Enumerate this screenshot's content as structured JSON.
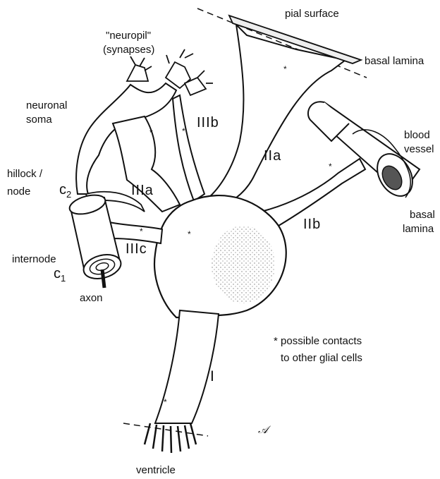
{
  "labels": {
    "pial_surface": "pial surface",
    "basal_lamina_top": "basal lamina",
    "neuropil": "\"neuropil\"",
    "synapses": "(synapses)",
    "neuronal": "neuronal",
    "soma": "soma",
    "hillock": "hillock /",
    "node": "node",
    "c2_letter": "c",
    "c2_sub": "2",
    "internode": "internode",
    "c1_letter": "c",
    "c1_sub": "1",
    "axon": "axon",
    "blood": "blood",
    "vessel": "vessel",
    "basal": "basal",
    "lamina": "lamina",
    "IIIb": "IIIb",
    "IIa": "IIa",
    "IIIa": "IIIa",
    "IIIc": "IIIc",
    "IIb": "IIb",
    "I": "I",
    "ventricle": "ventricle",
    "footnote_line1": "* possible contacts",
    "footnote_line2": "to other glial cells",
    "signature": "𝒜"
  },
  "colors": {
    "ink": "#111111",
    "background": "#ffffff"
  }
}
